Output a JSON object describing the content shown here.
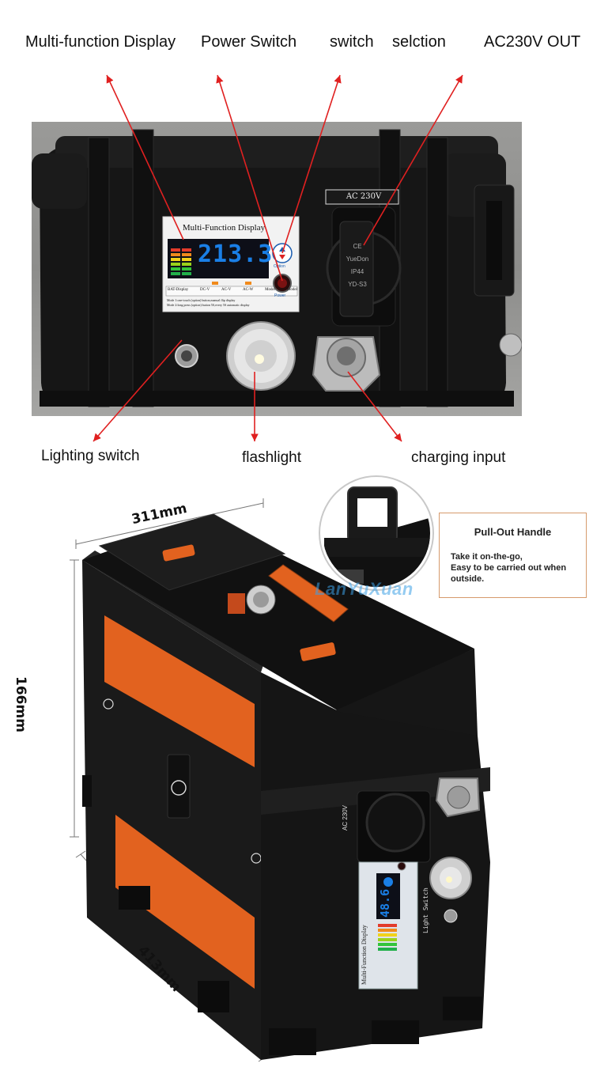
{
  "top_labels": {
    "display": "Multi-function Display",
    "power_switch": "Power Switch",
    "switch": "switch",
    "selection": "selction",
    "ac_out": "AC230V OUT"
  },
  "bottom_labels": {
    "lighting_switch": "Lighting switch",
    "flashlight": "flashlight",
    "charging_input": "charging input"
  },
  "panel": {
    "ac_label": "AC 230V",
    "display_title": "Multi-Function Display",
    "display_value": "213.3",
    "option_label": "Option",
    "power_label": "Power",
    "mode_tabs": [
      "BAT-Display",
      "DC-V",
      "AC-V",
      "AC-W",
      "Model",
      "Model"
    ],
    "mode_note_1": "Mode 1:one-touch (option) button,manual flip display",
    "mode_note_2": "Mode 2:long press (option) button 5S,every 5S automatic display",
    "socket_marks": [
      "CE",
      "YueDon",
      "IP44",
      "YD-S3"
    ]
  },
  "dimensions": {
    "width": "311mm",
    "height": "166mm",
    "length": "413mm"
  },
  "callout": {
    "title": "Pull-Out Handle",
    "text_1": "Take it on-the-go,",
    "text_2": "Easy to be carried out when outside."
  },
  "watermark": "LanYuXuan",
  "product_panel": {
    "ac_label": "AC 230V",
    "display_title": "Multi-Function Display",
    "display_value": "48.6",
    "light_switch": "Light Switch"
  },
  "colors": {
    "arrow": "#e02020",
    "accent_orange": "#e2621f",
    "lcd_blue": "#1a7fe6",
    "case_black": "#141414"
  }
}
